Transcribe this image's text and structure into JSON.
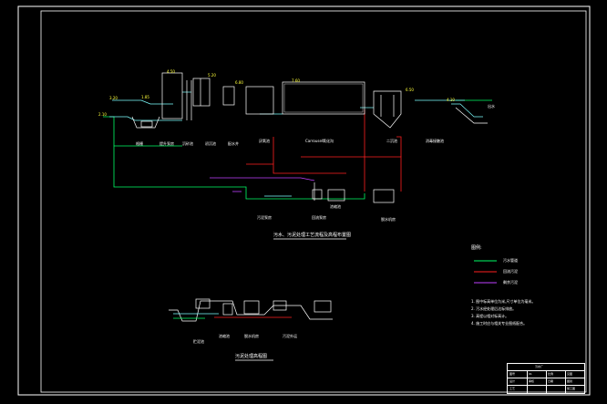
{
  "colors": {
    "background": "#000000",
    "frame": "#ffffff",
    "sewage_line": "#00ff66",
    "return_sludge_line": "#ff2020",
    "excess_sludge_line": "#c040ff",
    "water_line": "#7dffff"
  },
  "drawing": {
    "title_main": "污水、污泥处理工艺流程及高程布置图",
    "title_secondary": "污泥处理高程图"
  },
  "process_labels": [
    "格栅",
    "提升泵房",
    "沉砂池",
    "初沉池",
    "配水井",
    "厌氧池",
    "Carrousel氧化沟",
    "二沉池",
    "消毒接触池",
    "出水",
    "回流泵房",
    "污泥泵房",
    "浓缩池",
    "脱水机房"
  ],
  "sludge_labels": [
    "贮泥池",
    "浓缩池",
    "脱水机房",
    "污泥外运"
  ],
  "elevations": [
    "4.50",
    "5.20",
    "6.80",
    "3.20",
    "2.10",
    "1.85",
    "7.60",
    "6.50",
    "4.10"
  ],
  "legend": {
    "title": "图例:",
    "items": [
      {
        "label": "污水管道",
        "color": "#00ff66"
      },
      {
        "label": "回流污泥",
        "color": "#ff2020"
      },
      {
        "label": "剩余污泥",
        "color": "#c040ff"
      }
    ],
    "notes": [
      "1. 图中标高单位为米,尺寸单位为毫米。",
      "2. 污水经处理后达标排放。",
      "3. 高程以相对标高计。",
      "4. 施工时应与相关专业图纸配合。"
    ]
  },
  "title_block": {
    "header": "污水厂",
    "row1": [
      "图号",
      "01",
      "比例",
      "见图"
    ],
    "row2": [
      "设计",
      "审核",
      "日期",
      "图别"
    ],
    "row3": [
      "工艺",
      "",
      "",
      "施工图"
    ]
  }
}
